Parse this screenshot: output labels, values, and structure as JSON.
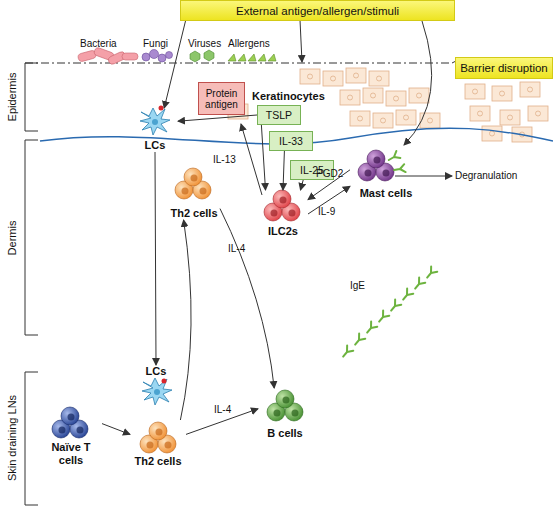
{
  "diagram": {
    "nodes": [
      {
        "text": [
          "External antigen/allergen/stimuli"
        ]
      },
      {
        "text": [
          "Barrier disruption"
        ]
      },
      {
        "text": [
          "Protein antigen"
        ]
      },
      {
        "text": [
          "TSLP"
        ]
      },
      {
        "text": [
          "IL-33"
        ]
      },
      {
        "text": [
          "IL-25"
        ]
      },
      {
        "text": [
          "LCs"
        ]
      },
      {
        "text": [
          "ILC2s"
        ]
      },
      {
        "text": [
          "Mast cells"
        ]
      },
      {
        "text": [
          "Th2 cells"
        ]
      },
      {
        "text": [
          "B cells"
        ]
      },
      {
        "text": [
          "LCs"
        ]
      },
      {
        "text": [
          "Naïve T cells"
        ]
      },
      {
        "text": [
          "Th2 cells"
        ]
      }
    ],
    "edges": [
      {
        "from": 0,
        "to": 6,
        "arrow": "to"
      },
      {
        "from": 0,
        "to": 8,
        "arrow": "to"
      },
      {
        "from": 3,
        "to": 6,
        "arrow": "to"
      },
      {
        "from": 3,
        "to": 7,
        "arrow": "to"
      },
      {
        "from": 4,
        "to": 7,
        "arrow": "to"
      },
      {
        "from": 5,
        "to": 7,
        "arrow": "to"
      },
      {
        "from": 8,
        "to": 7,
        "label": "PGD2",
        "arrow": "to"
      },
      {
        "from": 7,
        "to": 8,
        "label": "IL-9",
        "arrow": "to"
      },
      {
        "from": 6,
        "to": 11,
        "arrow": "to"
      },
      {
        "from": 12,
        "to": 13,
        "arrow": "to"
      },
      {
        "from": 13,
        "to": 9,
        "arrow": "to"
      },
      {
        "from": 13,
        "to": 10,
        "label": "IL-4",
        "arrow": "to"
      },
      {
        "from": 9,
        "to": 10,
        "label": "IL-4",
        "arrow": "to"
      }
    ],
    "labels": [
      "Bacteria",
      "Fungi",
      "Viruses",
      "Allergens",
      "Epidermis",
      "Dermis",
      "Skin draining LNs",
      "Keratinocytes",
      "IL-13",
      "Degranulation",
      "IgE"
    ]
  }
}
